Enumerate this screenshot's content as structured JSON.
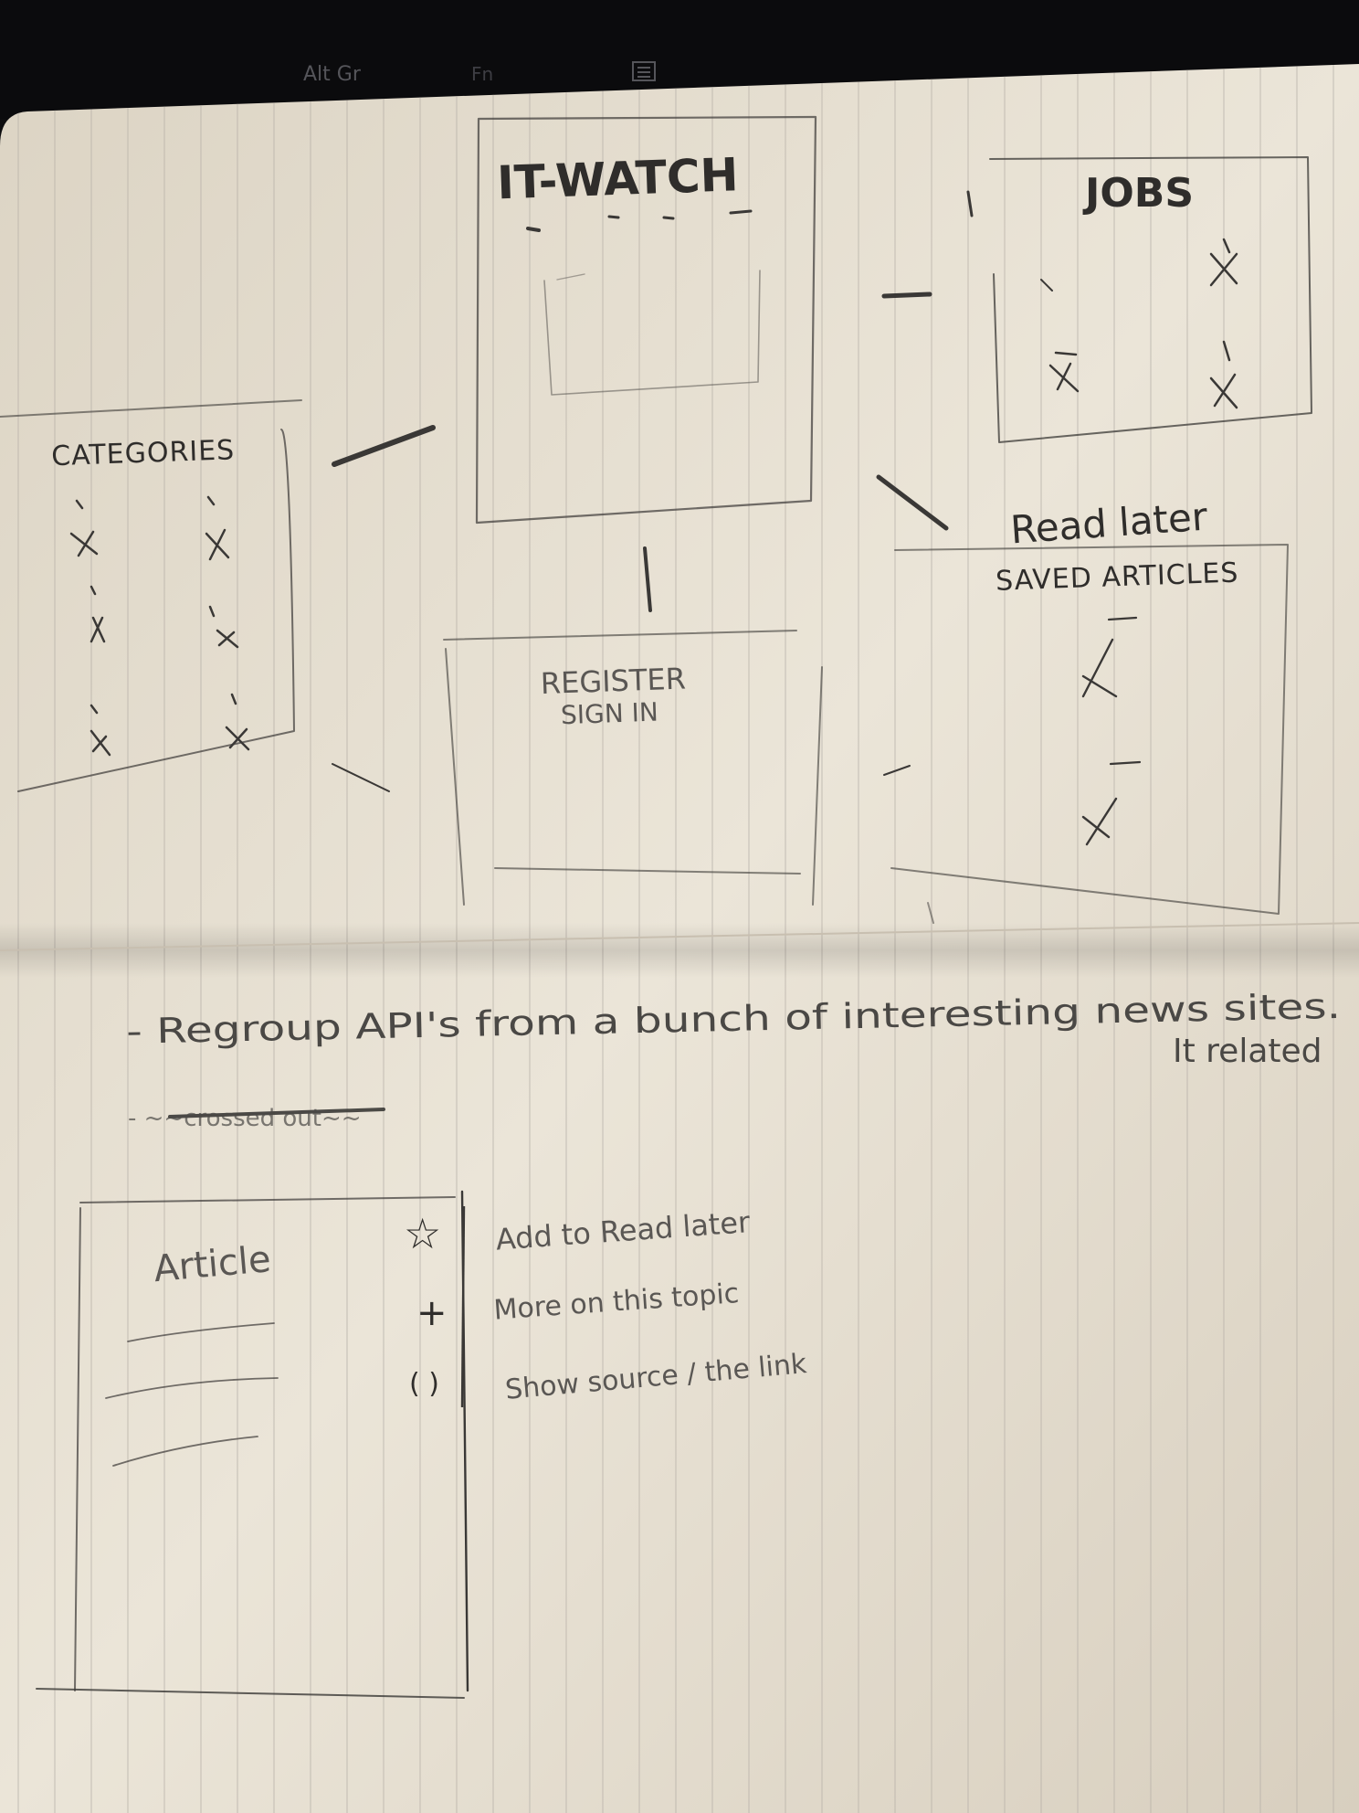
{
  "keyboard": {
    "keys": [
      {
        "icon": "altgr-key",
        "label": "Alt Gr"
      },
      {
        "icon": "fn-key",
        "label": "Fn"
      },
      {
        "icon": "menu-key-icon",
        "label": ""
      }
    ]
  },
  "sketch": {
    "it_watch": {
      "title": "IT-WATCH"
    },
    "jobs": {
      "title": "JOBS"
    },
    "categories": {
      "title": "CATEGORIES"
    },
    "read_later": {
      "title": "Read later",
      "subtitle": "SAVED ARTICLES"
    },
    "register": {
      "line1": "REGISTER",
      "line2": "SIGN IN"
    },
    "notes": {
      "line1": "- Regroup  API's  from  a  bunch  of  interesting  news  sites.",
      "line2": "It related",
      "line3_struck": "- ~~crossed out~~"
    },
    "article": {
      "title": "Article",
      "actions": [
        {
          "icon": "star-icon",
          "glyph": "☆",
          "label": "Add to Read later"
        },
        {
          "icon": "plus-icon",
          "glyph": "+",
          "label": "More on this topic"
        },
        {
          "icon": "brackets-icon",
          "glyph": "( )",
          "label": "Show source / the link"
        }
      ]
    }
  },
  "colors": {
    "paper": "#e9e2d4",
    "paper_shadow": "#c9bfae",
    "rule_line": "#b9b3ad",
    "pencil": "#3a3836",
    "background": "#0d0d0f"
  }
}
